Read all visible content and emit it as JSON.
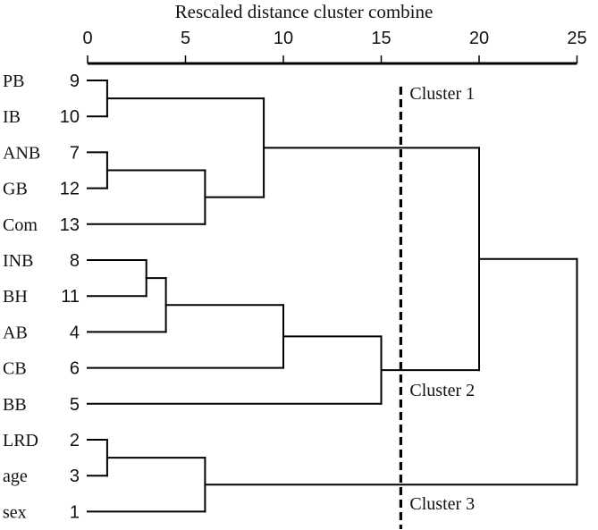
{
  "chart_data": {
    "type": "dendrogram",
    "title": "Rescaled distance cluster combine",
    "x_ticks": [
      0,
      5,
      10,
      15,
      20,
      25
    ],
    "x_range": [
      0,
      25
    ],
    "leaves": [
      {
        "label": "PB",
        "case": "9"
      },
      {
        "label": "IB",
        "case": "10"
      },
      {
        "label": "ANB",
        "case": "7"
      },
      {
        "label": "GB",
        "case": "12"
      },
      {
        "label": "Com",
        "case": "13"
      },
      {
        "label": "INB",
        "case": "8"
      },
      {
        "label": "BH",
        "case": "11"
      },
      {
        "label": "AB",
        "case": "4"
      },
      {
        "label": "CB",
        "case": "6"
      },
      {
        "label": "BB",
        "case": "5"
      },
      {
        "label": "LRD",
        "case": "2"
      },
      {
        "label": "age",
        "case": "3"
      },
      {
        "label": "sex",
        "case": "1"
      }
    ],
    "merges": [
      {
        "a": "L0",
        "b": "L1",
        "distance": 1.0
      },
      {
        "a": "L2",
        "b": "L3",
        "distance": 1.0
      },
      {
        "a": "L10",
        "b": "L11",
        "distance": 1.0
      },
      {
        "a": "L5",
        "b": "L6",
        "distance": 3.0
      },
      {
        "a": "M3",
        "b": "L7",
        "distance": 4.0
      },
      {
        "a": "M1",
        "b": "L4",
        "distance": 6.0
      },
      {
        "a": "M2",
        "b": "L12",
        "distance": 6.0
      },
      {
        "a": "M0",
        "b": "M5",
        "distance": 9.0
      },
      {
        "a": "M4",
        "b": "L8",
        "distance": 10.0
      },
      {
        "a": "M8",
        "b": "L9",
        "distance": 15.0
      },
      {
        "a": "M7",
        "b": "M9",
        "distance": 20.0
      },
      {
        "a": "M10",
        "b": "M6",
        "distance": 25.0
      }
    ],
    "cut_distance": 16,
    "cluster_labels": [
      "Cluster 1",
      "Cluster 2",
      "Cluster 3"
    ]
  }
}
